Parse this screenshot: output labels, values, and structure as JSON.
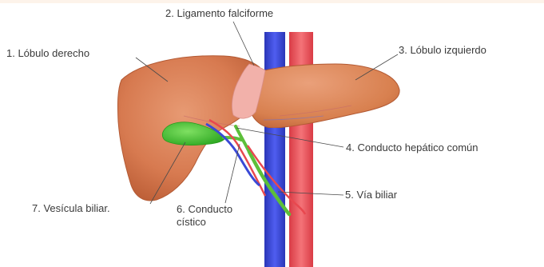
{
  "labels": {
    "ligamento": "2. Ligamento falciforme",
    "lobulo_derecho": "1. Lóbulo derecho",
    "lobulo_izquierdo": "3. Lóbulo izquierdo",
    "conducto_hepatico": "4. Conducto hepático común",
    "via_biliar": "5. Vía biliar",
    "vesicula": "7. Vesícula biliar.",
    "conducto_cistico_1": "6. Conducto",
    "conducto_cistico_2": "cístico"
  },
  "colors": {
    "liver": "#d77a50",
    "liver_dark": "#b2532f",
    "ligament": "#f2b1aa",
    "artery": "#e8484f",
    "vein": "#3a49d6",
    "gallbladder": "#3dbb2e",
    "bile_duct": "#5cbf3a",
    "leader_line": "#4a4a4a"
  }
}
